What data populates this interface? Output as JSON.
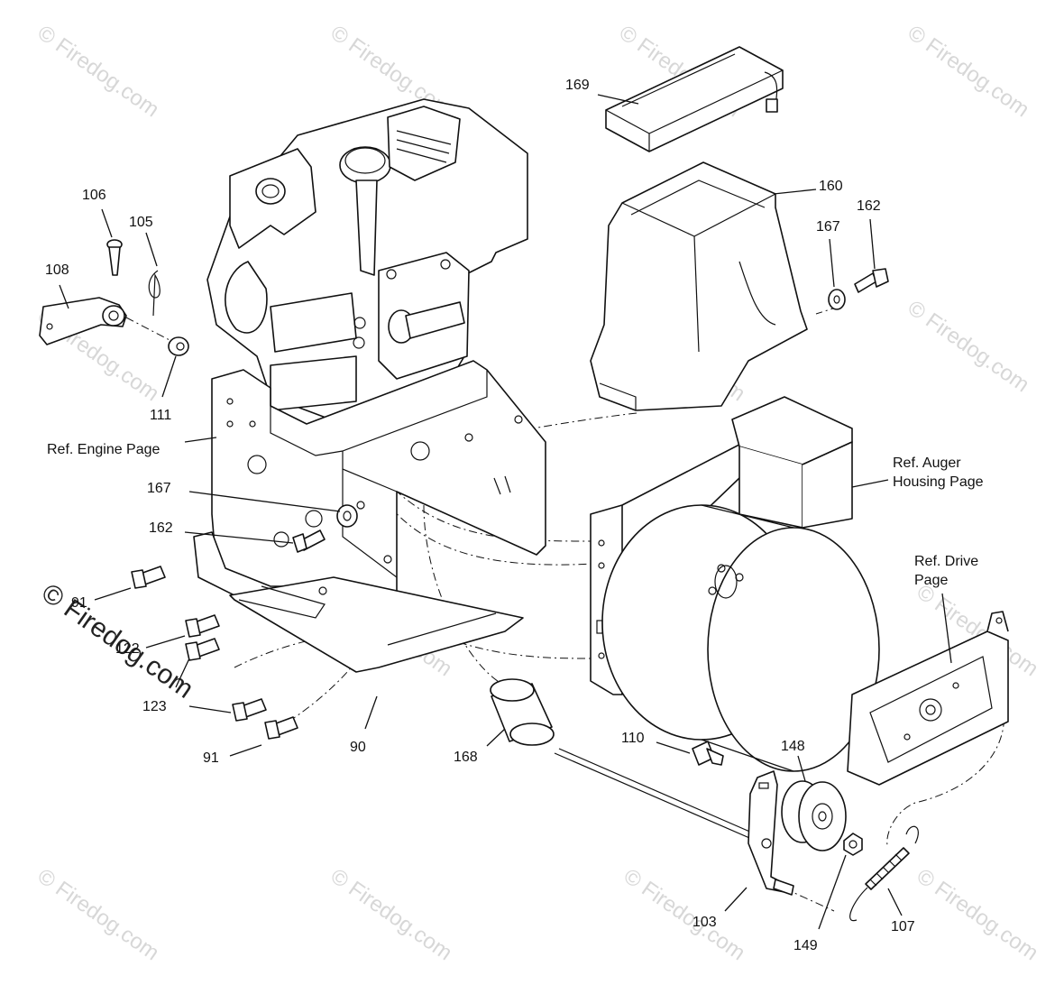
{
  "watermark": {
    "text": "© Firedog.com",
    "color": "#d7d7d7"
  },
  "callouts": {
    "p169": "169",
    "p160": "160",
    "p162_top": "162",
    "p167_top": "167",
    "p106": "106",
    "p105": "105",
    "p108": "108",
    "p111": "111",
    "p167_left": "167",
    "p162_left": "162",
    "p91_upper": "91",
    "p122": "122",
    "p123": "123",
    "p91_lower": "91",
    "p90": "90",
    "p168": "168",
    "p110": "110",
    "p148": "148",
    "p103": "103",
    "p149": "149",
    "p107": "107"
  },
  "references": {
    "engine": "Ref. Engine Page",
    "auger_line1": "Ref. Auger",
    "auger_line2": "Housing Page",
    "drive_line1": "Ref. Drive",
    "drive_line2": "Page"
  }
}
